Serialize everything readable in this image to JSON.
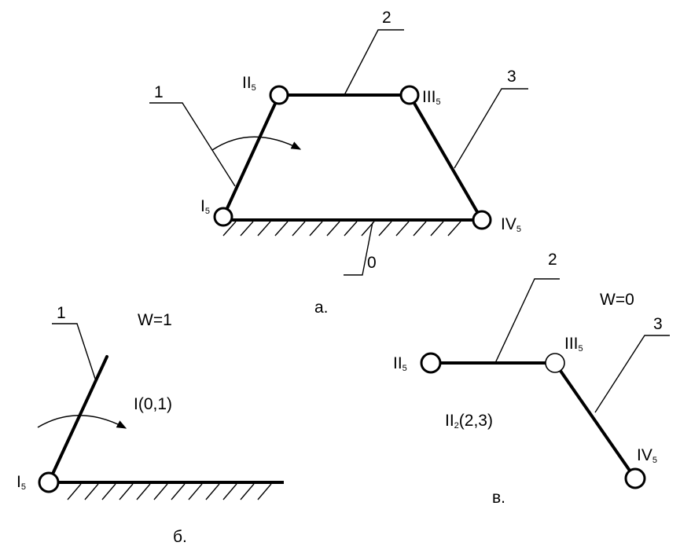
{
  "fig_a": {
    "caption": "a.",
    "link_labels": {
      "crank": "1",
      "coupler": "2",
      "rocker": "3",
      "frame": "0"
    },
    "joint_labels": {
      "I": {
        "main": "I",
        "sub": "5"
      },
      "II": {
        "main": "II",
        "sub": "5"
      },
      "III": {
        "main": "III",
        "sub": "5"
      },
      "IV": {
        "main": "IV",
        "sub": "5"
      }
    }
  },
  "fig_b": {
    "caption": "б.",
    "mobility": "W=1",
    "group": "I(0,1)",
    "link_label": "1",
    "joint_label": {
      "main": "I",
      "sub": "5"
    }
  },
  "fig_c": {
    "caption": "в.",
    "mobility": "W=0",
    "group": {
      "main": "II",
      "sub": "2",
      "rest": "(2,3)"
    },
    "link_labels": {
      "coupler": "2",
      "rocker": "3"
    },
    "joint_labels": {
      "II": {
        "main": "II",
        "sub": "5"
      },
      "III": {
        "main": "III",
        "sub": "5"
      },
      "IV": {
        "main": "IV",
        "sub": "5"
      }
    }
  }
}
